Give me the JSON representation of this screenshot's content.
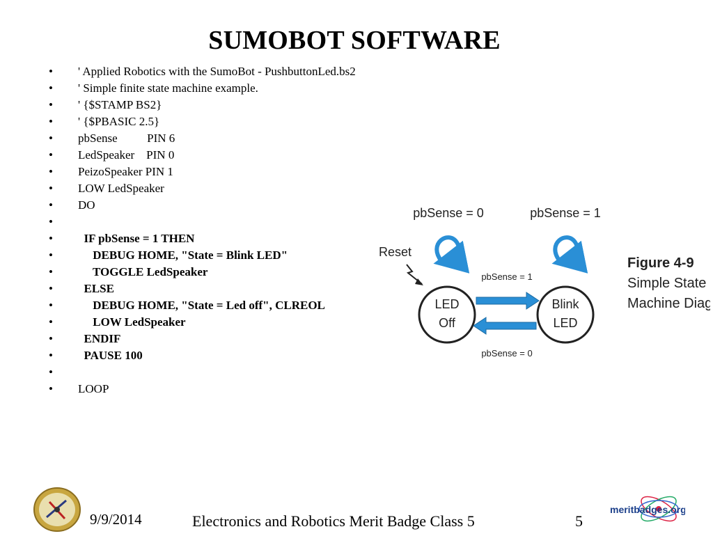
{
  "slide": {
    "title": "SUMOBOT SOFTWARE"
  },
  "code_lines": [
    {
      "text": "' Applied Robotics with the SumoBot - PushbuttonLed.bs2",
      "bold": false
    },
    {
      "text": "' Simple finite state machine example.",
      "bold": false
    },
    {
      "text": "' {$STAMP BS2}",
      "bold": false
    },
    {
      "text": "' {$PBASIC 2.5}",
      "bold": false
    },
    {
      "text": "pbSense          PIN 6",
      "bold": false
    },
    {
      "text": "LedSpeaker    PIN 0",
      "bold": false
    },
    {
      "text": "PeizoSpeaker PIN 1",
      "bold": false
    },
    {
      "text": "LOW LedSpeaker",
      "bold": false
    },
    {
      "text": "DO",
      "bold": false
    },
    {
      "text": "",
      "bold": false
    },
    {
      "text": "  IF pbSense = 1 THEN",
      "bold": true
    },
    {
      "text": "     DEBUG HOME, \"State = Blink LED\"",
      "bold": true
    },
    {
      "text": "     TOGGLE LedSpeaker",
      "bold": true
    },
    {
      "text": "  ELSE",
      "bold": true
    },
    {
      "text": "     DEBUG HOME, \"State = Led off\", CLREOL",
      "bold": true
    },
    {
      "text": "     LOW LedSpeaker",
      "bold": true
    },
    {
      "text": "  ENDIF",
      "bold": true
    },
    {
      "text": "  PAUSE 100",
      "bold": true
    },
    {
      "text": "",
      "bold": false
    },
    {
      "text": "LOOP",
      "bold": false
    }
  ],
  "bullet_char": "•",
  "diagram": {
    "label_pb0": "pbSense = 0",
    "label_pb1": "pbSense = 1",
    "reset": "Reset",
    "state_off_line1": "LED",
    "state_off_line2": "Off",
    "state_blink_line1": "Blink",
    "state_blink_line2": "LED",
    "arrow_top_label": "pbSense = 1",
    "arrow_bottom_label": "pbSense = 0",
    "fig_title": "Figure 4-9",
    "fig_caption_line1": "Simple State",
    "fig_caption_line2": "Machine Diagram",
    "arrow_color": "#2a8fd6"
  },
  "footer": {
    "date": "9/9/2014",
    "center": "Electronics and Robotics Merit Badge Class 5",
    "page": "5",
    "logo_text_prefix": "merit",
    "logo_text_main": "meritbadges",
    "logo_text_suffix": ".org"
  }
}
